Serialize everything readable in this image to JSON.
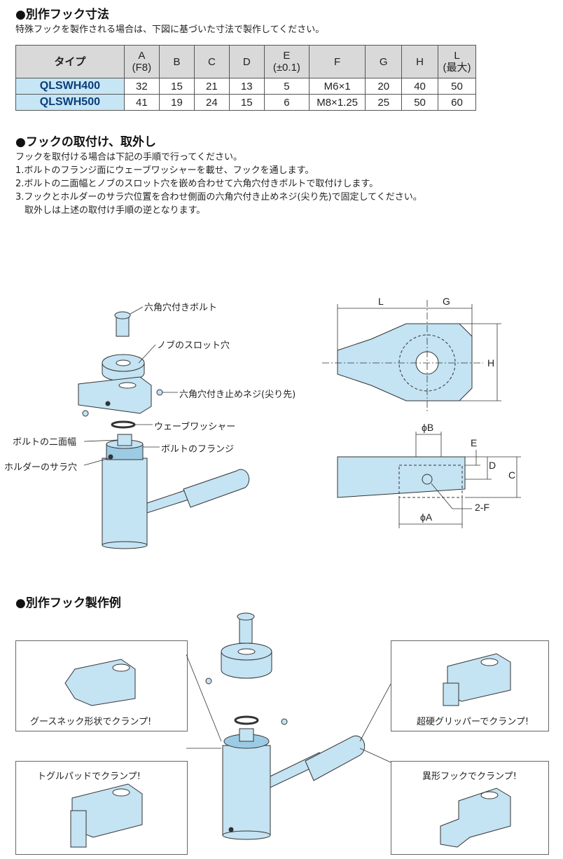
{
  "section1": {
    "title": "●別作フック寸法",
    "desc": "特殊フックを製作される場合は、下図に基づいた寸法で製作してください。"
  },
  "table": {
    "headers": [
      {
        "top": "タイプ",
        "bottom": ""
      },
      {
        "top": "A",
        "bottom": "(F8)"
      },
      {
        "top": "B",
        "bottom": ""
      },
      {
        "top": "C",
        "bottom": ""
      },
      {
        "top": "D",
        "bottom": ""
      },
      {
        "top": "E",
        "bottom": "(±0.1)"
      },
      {
        "top": "F",
        "bottom": ""
      },
      {
        "top": "G",
        "bottom": ""
      },
      {
        "top": "H",
        "bottom": ""
      },
      {
        "top": "L",
        "bottom": "(最大)"
      }
    ],
    "rows": [
      [
        "QLSWH400",
        "32",
        "15",
        "21",
        "13",
        "5",
        "M6×1",
        "20",
        "40",
        "50"
      ],
      [
        "QLSWH500",
        "41",
        "19",
        "24",
        "15",
        "6",
        "M8×1.25",
        "25",
        "50",
        "60"
      ]
    ]
  },
  "section2": {
    "title": "●フックの取付け、取外し",
    "lines": [
      "フックを取付ける場合は下記の手順で行ってください。",
      "1.ボルトのフランジ面にウェーブワッシャーを載せ、フックを通します。",
      "2.ボルトの二面幅とノブのスロット穴を嵌め合わせて六角穴付きボルトで取付けします。",
      "3.フックとホルダーのサラ穴位置を合わせ側面の六角穴付き止めネジ(尖り先)で固定してください。",
      "　取外しは上述の取付け手順の逆となります。"
    ]
  },
  "assembly_labels": {
    "hex_bolt": "六角穴付きボルト",
    "knob_slot": "ノブのスロット穴",
    "set_screw": "六角穴付き止めネジ(尖り先)",
    "wave_washer": "ウェーブワッシャー",
    "bolt_flats": "ボルトの二面幅",
    "bolt_flange": "ボルトのフランジ",
    "holder_csk": "ホルダーのサラ穴"
  },
  "dimension_labels": {
    "L": "L",
    "G": "G",
    "H": "H",
    "phiB": "ϕB",
    "E": "E",
    "D": "D",
    "C": "C",
    "phiA": "ϕA",
    "twoF": "2-F"
  },
  "section3": {
    "title": "●別作フック製作例",
    "examples": {
      "gooseneck": "グースネック形状でクランプ!",
      "carbide": "超硬グリッパーでクランプ!",
      "toggle": "トグルパッドでクランプ!",
      "irregular": "異形フックでクランプ!"
    }
  },
  "colors": {
    "part_fill": "#c4e3f3",
    "part_dark": "#9ccbe4",
    "table_header": "#d9d9d9",
    "type_cell": "#c7e6f5",
    "type_text": "#0a3e7a"
  }
}
